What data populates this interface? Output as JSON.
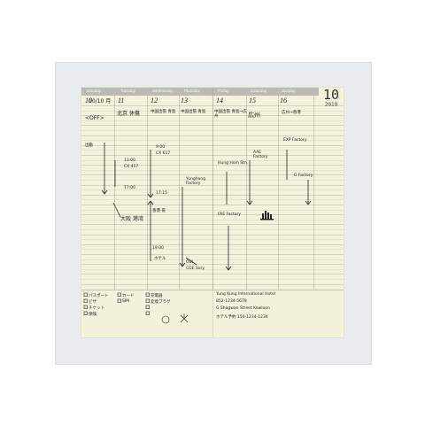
{
  "planner": {
    "month_number": "10",
    "year": "2019",
    "weekdays": [
      "Monday",
      "Tuesday",
      "Wednesday",
      "Thursday",
      "Friday",
      "Saturday",
      "Sunday"
    ],
    "day_numbers": [
      "10",
      "11",
      "12",
      "13",
      "14",
      "15",
      "16"
    ],
    "top_notes": {
      "mon_date": "10/10 月",
      "mon_off": "<OFF>",
      "tue": "北京 休傷",
      "wed": "中国出張 青島",
      "thu": "中国出張 青島",
      "fri": "中国出張 青島→広州",
      "sat": "広州",
      "sun": "広州→香港"
    },
    "schedule_notes": {
      "mon_morning": "出勤",
      "tue_1": "13:00",
      "tue_2": "CX 417",
      "tue_3": "17:00",
      "tue_4": "大阪 港湾",
      "wed_1": "9:00",
      "wed_2": "CX 617",
      "wed_3": "17:15",
      "wed_4": "香港 夜",
      "wed_5": "19:00",
      "wed_6": "ホテル",
      "thu_1": "Yunghong Factory",
      "thu_2": "Out",
      "thu_3": "CDE Sory",
      "fri_1": "Hung Hom Stn.",
      "fri_2": "FAE Factory",
      "sat_1": "AAE Factory",
      "sun_1": "EXP Factory",
      "sun_2": "G Factory"
    },
    "bottom_checklist": [
      "パスポート",
      "ビザ",
      "チケット",
      "保険",
      "カード",
      "SIM",
      "充電器",
      "変換プラグ"
    ],
    "bottom_right": {
      "line1": "Yung Kung International Hotel",
      "line2": "852-1234-5678",
      "line3": "G Shagwan Street Kowloon",
      "line4": "ホテル予約 150-1234-1234"
    }
  }
}
